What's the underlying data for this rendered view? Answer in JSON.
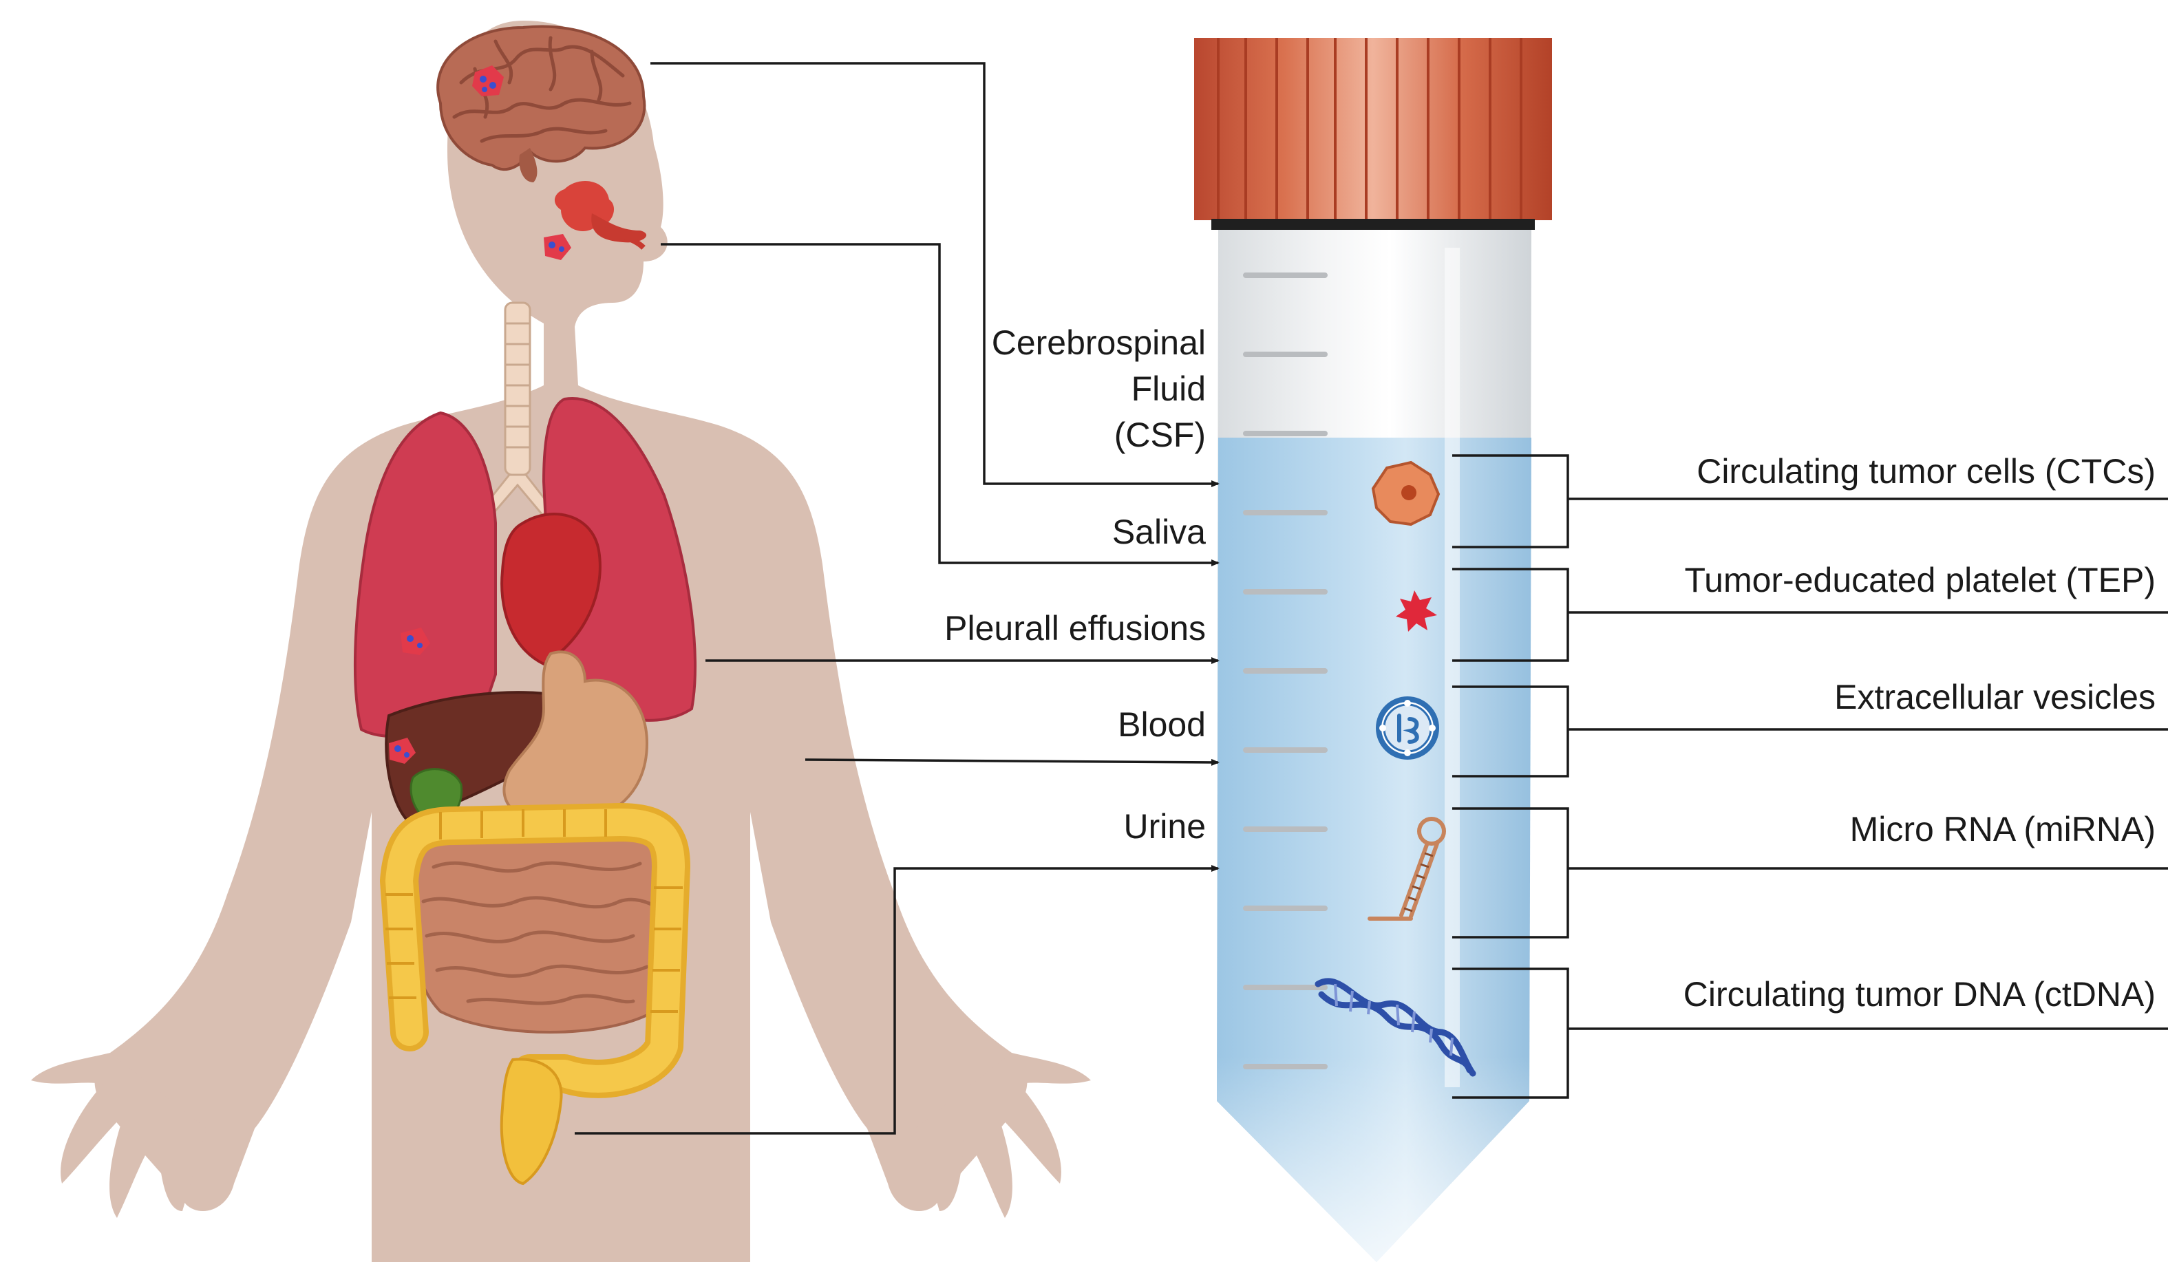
{
  "sources": {
    "csf": [
      "Cerebrospinal",
      "Fluid",
      "(CSF)"
    ],
    "saliva": "Saliva",
    "pleural": "Pleurall effusions",
    "blood": "Blood",
    "urine": "Urine"
  },
  "analytes": {
    "ctc": "Circulating tumor cells (CTCs)",
    "tep": "Tumor-educated platelet (TEP)",
    "ev": "Extracellular vesicles",
    "mirna": "Micro RNA (miRNA)",
    "ctdna": "Circulating tumor DNA (ctDNA)"
  },
  "colors": {
    "body_skin": "#d9bfb2",
    "lung": "#cf3c52",
    "heart": "#c72a2f",
    "liver": "#6b2e24",
    "gallbladder": "#4f8a2e",
    "stomach": "#d9a27a",
    "intestine": "#c98468",
    "colon": "#f2c03c",
    "brain": "#b86b55",
    "cap": "#c4573a",
    "tube_liquid": "#a9d0ea",
    "tube_glass": "#e7e9eb",
    "ctc_cell": "#e88a5c",
    "platelet": "#e0283a",
    "vesicle": "#2f6fb3",
    "mirna": "#c8845c",
    "dna": "#2d4fa8"
  }
}
